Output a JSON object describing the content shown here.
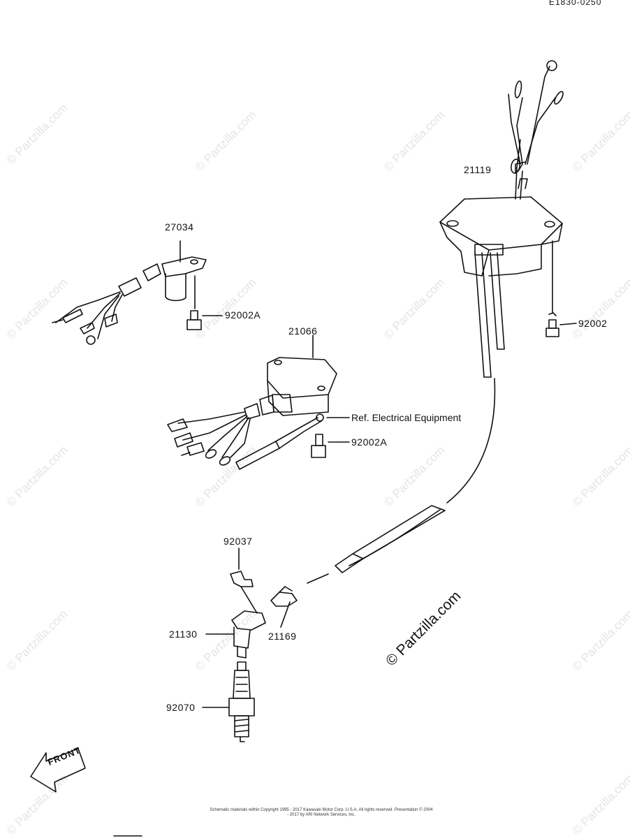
{
  "diagram_code": "E1830-0250",
  "watermark_text": "© Partzilla.com",
  "parts": {
    "p27034": "27034",
    "p92002A_top": "92002A",
    "p21066": "21066",
    "ref_electrical": "Ref. Electrical Equipment",
    "p92002A_mid": "92002A",
    "p21119": "21119",
    "p92002": "92002",
    "p92037": "92037",
    "p21130": "21130",
    "p21169": "21169",
    "p92070": "92070"
  },
  "front_label": "FRONT",
  "copyright": "Schematic materials within Copyright 1995 - 2017 Kawasaki Motor Corp. U.S.A. All rights reserved. Presentation © 2004 - 2017 by ARI Network Services, Inc."
}
